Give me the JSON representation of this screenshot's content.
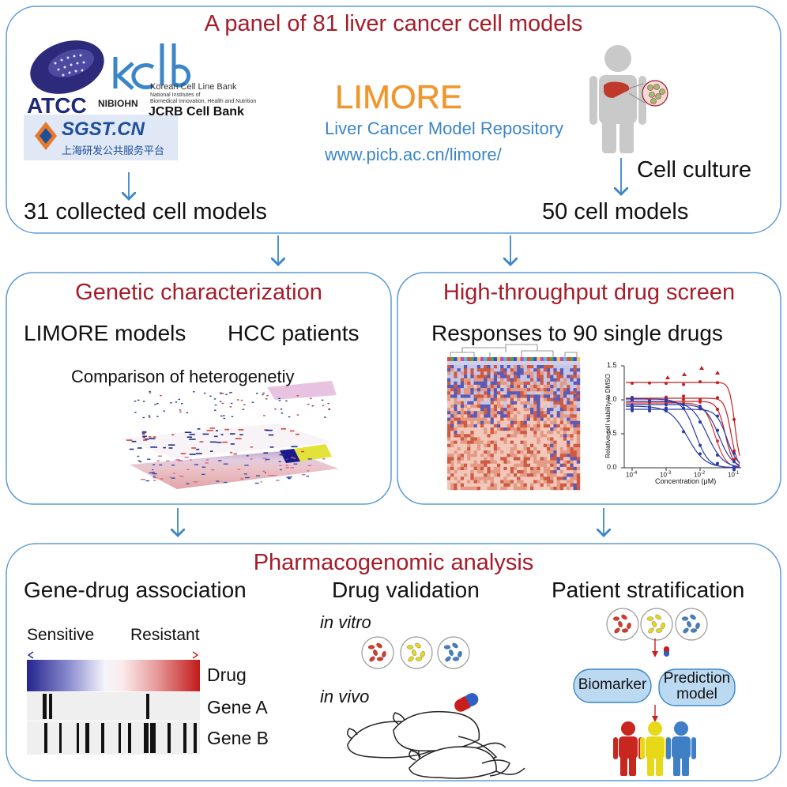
{
  "top_panel": {
    "title": "A panel of 81 liver cancer cell models",
    "left_logos": {
      "atcc": "ATCC",
      "kclb_letters": "kclb",
      "kclb_name": "Korean Cell Line Bank",
      "nibiohn": "NIBIOHN",
      "nibiohn_line1": "National Institutes of",
      "nibiohn_line2": "Biomedical Innovation, Health and Nutrition",
      "jcrb": "JCRB Cell Bank",
      "sgst": "SGST.CN",
      "sgst_cn": "上海研发公共服务平台"
    },
    "limore_name": "LIMORE",
    "limore_full": "Liver Cancer Model Repository",
    "limore_url": "www.picb.ac.cn/limore/",
    "cell_culture": "Cell culture",
    "collected_label": "31 collected cell models",
    "cultured_label": "50 cell models"
  },
  "genetic_panel": {
    "title": "Genetic characterization",
    "label_left": "LIMORE models",
    "label_right": "HCC patients",
    "subtitle": "Comparison of heterogenetiy"
  },
  "drug_panel": {
    "title": "High-throughput drug screen",
    "subtitle": "Responses to 90 single drugs",
    "curve_ylabel": "Relative cell viability to DMSO",
    "curve_xlabel": "Concentration (μM)",
    "y_ticks": [
      "1.5",
      "1.0",
      "0.5",
      "0.0"
    ],
    "x_ticks": [
      "10",
      "10",
      "10",
      "10"
    ],
    "x_exps": [
      "-4",
      "-3",
      "-2",
      "-1"
    ]
  },
  "pharma_panel": {
    "title": "Pharmacogenomic analysis",
    "col1_title": "Gene-drug association",
    "col2_title": "Drug validation",
    "col3_title": "Patient stratification",
    "sensitive": "Sensitive",
    "resistant": "Resistant",
    "drug": "Drug",
    "gene_a": "Gene A",
    "gene_b": "Gene B",
    "in_vitro": "in vitro",
    "in_vivo": "in vivo",
    "biomarker": "Biomarker",
    "prediction1": "Prediction",
    "prediction2": "model"
  },
  "colors": {
    "box_stroke": "#5b9bd5",
    "arrow": "#3b86c8",
    "title_red": "#a51c2a",
    "sensitive_blue": "#2a2a9a",
    "resistant_red": "#c81e1e",
    "limore_orange": "#f0962a"
  }
}
